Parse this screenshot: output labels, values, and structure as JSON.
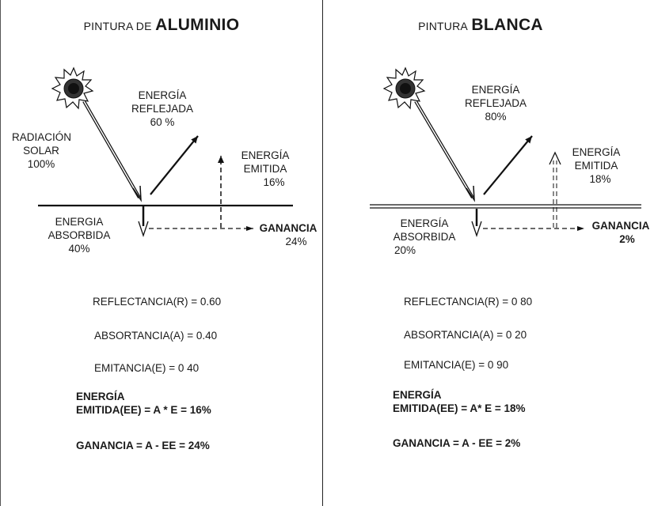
{
  "panels": [
    {
      "title_small": "PINTURA DE",
      "title_big": "ALUMINIO",
      "labels": {
        "radiacion": [
          "RADIACIÓN",
          "SOLAR",
          "100%"
        ],
        "reflejada": [
          "ENERGÍA",
          "REFLEJADA",
          "60 %"
        ],
        "emitida": [
          "ENERGÍA",
          "EMITIDA",
          "16%"
        ],
        "absorbida": [
          "ENERGIA",
          "ABSORBIDA",
          "40%"
        ],
        "ganancia": [
          "GANANCIA",
          "24%"
        ]
      },
      "equations": {
        "reflectancia": "REFLECTANCIA(R) = 0.60",
        "absortancia": "ABSORTANCIA(A) = 0.40",
        "emitancia": "EMITANCIA(E) = 0 40",
        "energia_line1": "ENERGÍA",
        "energia_line2": "EMITIDA(EE) = A * E = 16%",
        "ganancia": "GANANCIA = A - EE = 24%"
      }
    },
    {
      "title_small": "PINTURA",
      "title_big": "BLANCA",
      "labels": {
        "reflejada": [
          "ENERGÍA",
          "REFLEJADA",
          "80%"
        ],
        "emitida": [
          "ENERGÍA",
          "EMITIDA",
          "18%"
        ],
        "absorbida": [
          "ENERGÍA",
          "ABSORBIDA",
          "20%"
        ],
        "ganancia": [
          "GANANCIA",
          "2%"
        ]
      },
      "equations": {
        "reflectancia": "REFLECTANCIA(R) = 0 80",
        "absortancia": "ABSORTANCIA(A) = 0 20",
        "emitancia": "EMITANCIA(E) = 0 90",
        "energia_line1": "ENERGÍA",
        "energia_line2": "EMITIDA(EE) = A* E = 18%",
        "ganancia": "GANANCIA = A - EE = 2%"
      }
    }
  ]
}
